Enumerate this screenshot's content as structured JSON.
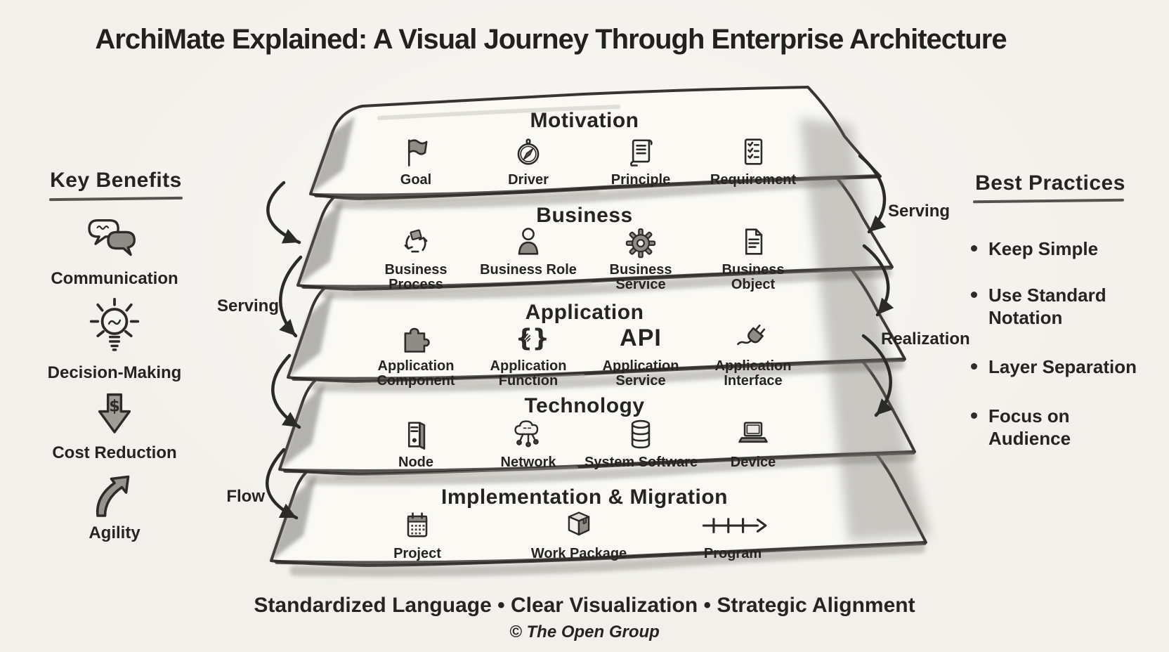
{
  "title": "ArchiMate Explained: A Visual Journey Through Enterprise Architecture",
  "key_benefits": {
    "heading": "Key Benefits",
    "items": [
      {
        "icon": "speech-bubbles-icon",
        "label": "Communication"
      },
      {
        "icon": "lightbulb-icon",
        "label": "Decision-Making"
      },
      {
        "icon": "dollar-down-arrow-icon",
        "label": "Cost Reduction"
      },
      {
        "icon": "swoosh-arrow-icon",
        "label": "Agility"
      }
    ]
  },
  "best_practices": {
    "heading": "Best Practices",
    "items": [
      {
        "label": "Keep Simple"
      },
      {
        "label": "Use Standard\nNotation"
      },
      {
        "label": "Layer Separation"
      },
      {
        "label": "Focus on\nAudience"
      }
    ]
  },
  "layers": [
    {
      "title": "Motivation",
      "elements": [
        {
          "icon": "flag-icon",
          "label": "Goal"
        },
        {
          "icon": "compass-icon",
          "label": "Driver"
        },
        {
          "icon": "scroll-icon",
          "label": "Principle"
        },
        {
          "icon": "checklist-icon",
          "label": "Requirement"
        }
      ]
    },
    {
      "title": "Business",
      "elements": [
        {
          "icon": "process-cycle-icon",
          "label": "Business Process"
        },
        {
          "icon": "person-icon",
          "label": "Business Role"
        },
        {
          "icon": "gear-icon",
          "label": "Business Service"
        },
        {
          "icon": "document-icon",
          "label": "Business Object"
        }
      ]
    },
    {
      "title": "Application",
      "elements": [
        {
          "icon": "puzzle-icon",
          "label": "Application Component"
        },
        {
          "icon": "braces-icon",
          "label": "Application Function"
        },
        {
          "icon": "api-text",
          "icon_text": "API",
          "label": "Application Service"
        },
        {
          "icon": "plug-icon",
          "label": "Application Interface"
        }
      ]
    },
    {
      "title": "Technology",
      "elements": [
        {
          "icon": "server-icon",
          "label": "Node"
        },
        {
          "icon": "cloud-network-icon",
          "label": "Network"
        },
        {
          "icon": "database-icon",
          "label": "System Software"
        },
        {
          "icon": "laptop-icon",
          "label": "Device"
        }
      ]
    },
    {
      "title": "Implementation & Migration",
      "elements": [
        {
          "icon": "calendar-icon",
          "label": "Project"
        },
        {
          "icon": "box-icon",
          "label": "Work Package"
        },
        {
          "icon": "timeline-icon",
          "label": "Program"
        }
      ]
    }
  ],
  "relations": {
    "left_serving": "Serving",
    "left_flow": "Flow",
    "right_serving": "Serving",
    "right_realization": "Realization"
  },
  "footer": {
    "tagline": "Standardized Language • Clear Visualization • Strategic Alignment",
    "copyright": "© The Open Group"
  },
  "colors": {
    "background": "#f2f0ea",
    "ink": "#262421",
    "pencil_gray": "#8a8781",
    "slab_fill": "#faf9f4"
  }
}
